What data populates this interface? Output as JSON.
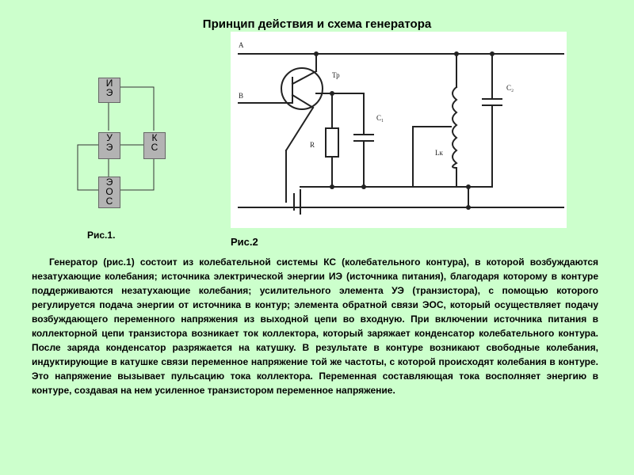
{
  "title": "Принцип действия и схема генератора",
  "figure1": {
    "caption": "Рис.1.",
    "blocks": {
      "ie": [
        "И",
        "Э"
      ],
      "ue": [
        "У",
        "Э"
      ],
      "ks": [
        "К",
        "С"
      ],
      "eos": [
        "Э",
        "О",
        "С"
      ]
    }
  },
  "figure2": {
    "caption": "Рис.2",
    "labels": {
      "a": "A",
      "b": "B",
      "tr": "Тр",
      "r": "R",
      "c1": "C₁",
      "c2": "C₂",
      "lk": "Lк"
    }
  },
  "body_text": "Генератор (рис.1) состоит из колебательной системы КС (колебательного контура), в которой возбуждаются незатухающие колебания; источника электрической энергии ИЭ (источника питания), благодаря которому в контуре поддерживаются незатухающие колебания; усилительного элемента УЭ (транзистора), с помощью которого регулируется подача энергии от источника в контур; элемента обратной связи ЭОС, который осуществляет подачу возбуждающего переменного напряжения из выходной цепи во входную. При включении источника питания в коллекторной цепи транзистора возникает ток коллектора, который заряжает конденсатор колебательного контура. После заряда конденсатор разряжается на катушку. В результате в контуре возникают свободные колебания, индуктирующие в катушке связи переменное напряжение той же частоты, с которой происходят колебания в контуре. Это напряжение вызывает пульсацию тока коллектора. Переменная составляющая тока восполняет энергию в контуре, создавая на нем усиленное транзистором переменное напряжение."
}
